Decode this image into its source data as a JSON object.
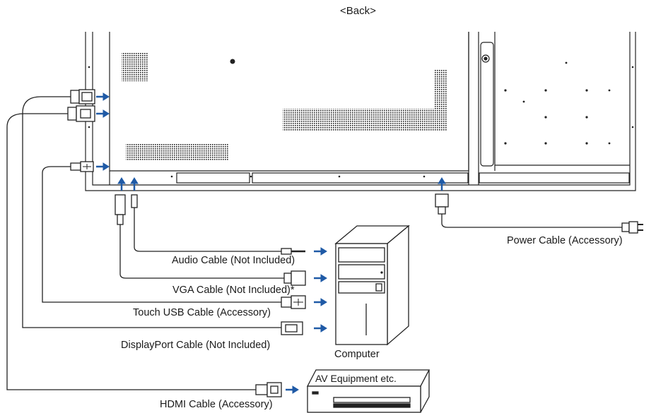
{
  "heading": "<Back>",
  "cables": {
    "power": "Power Cable (Accessory)",
    "audio": "Audio Cable (Not Included)",
    "vga": "VGA Cable (Not Included)*",
    "touch_usb": "Touch USB Cable (Accessory)",
    "displayport": "DisplayPort Cable (Not Included)",
    "hdmi": "HDMI Cable (Accessory)"
  },
  "devices": {
    "computer": "Computer",
    "av_equipment": "AV Equipment etc."
  },
  "colors": {
    "arrow": "#1f5aa6",
    "line": "#222222",
    "cable_fill": "#ffffff"
  }
}
